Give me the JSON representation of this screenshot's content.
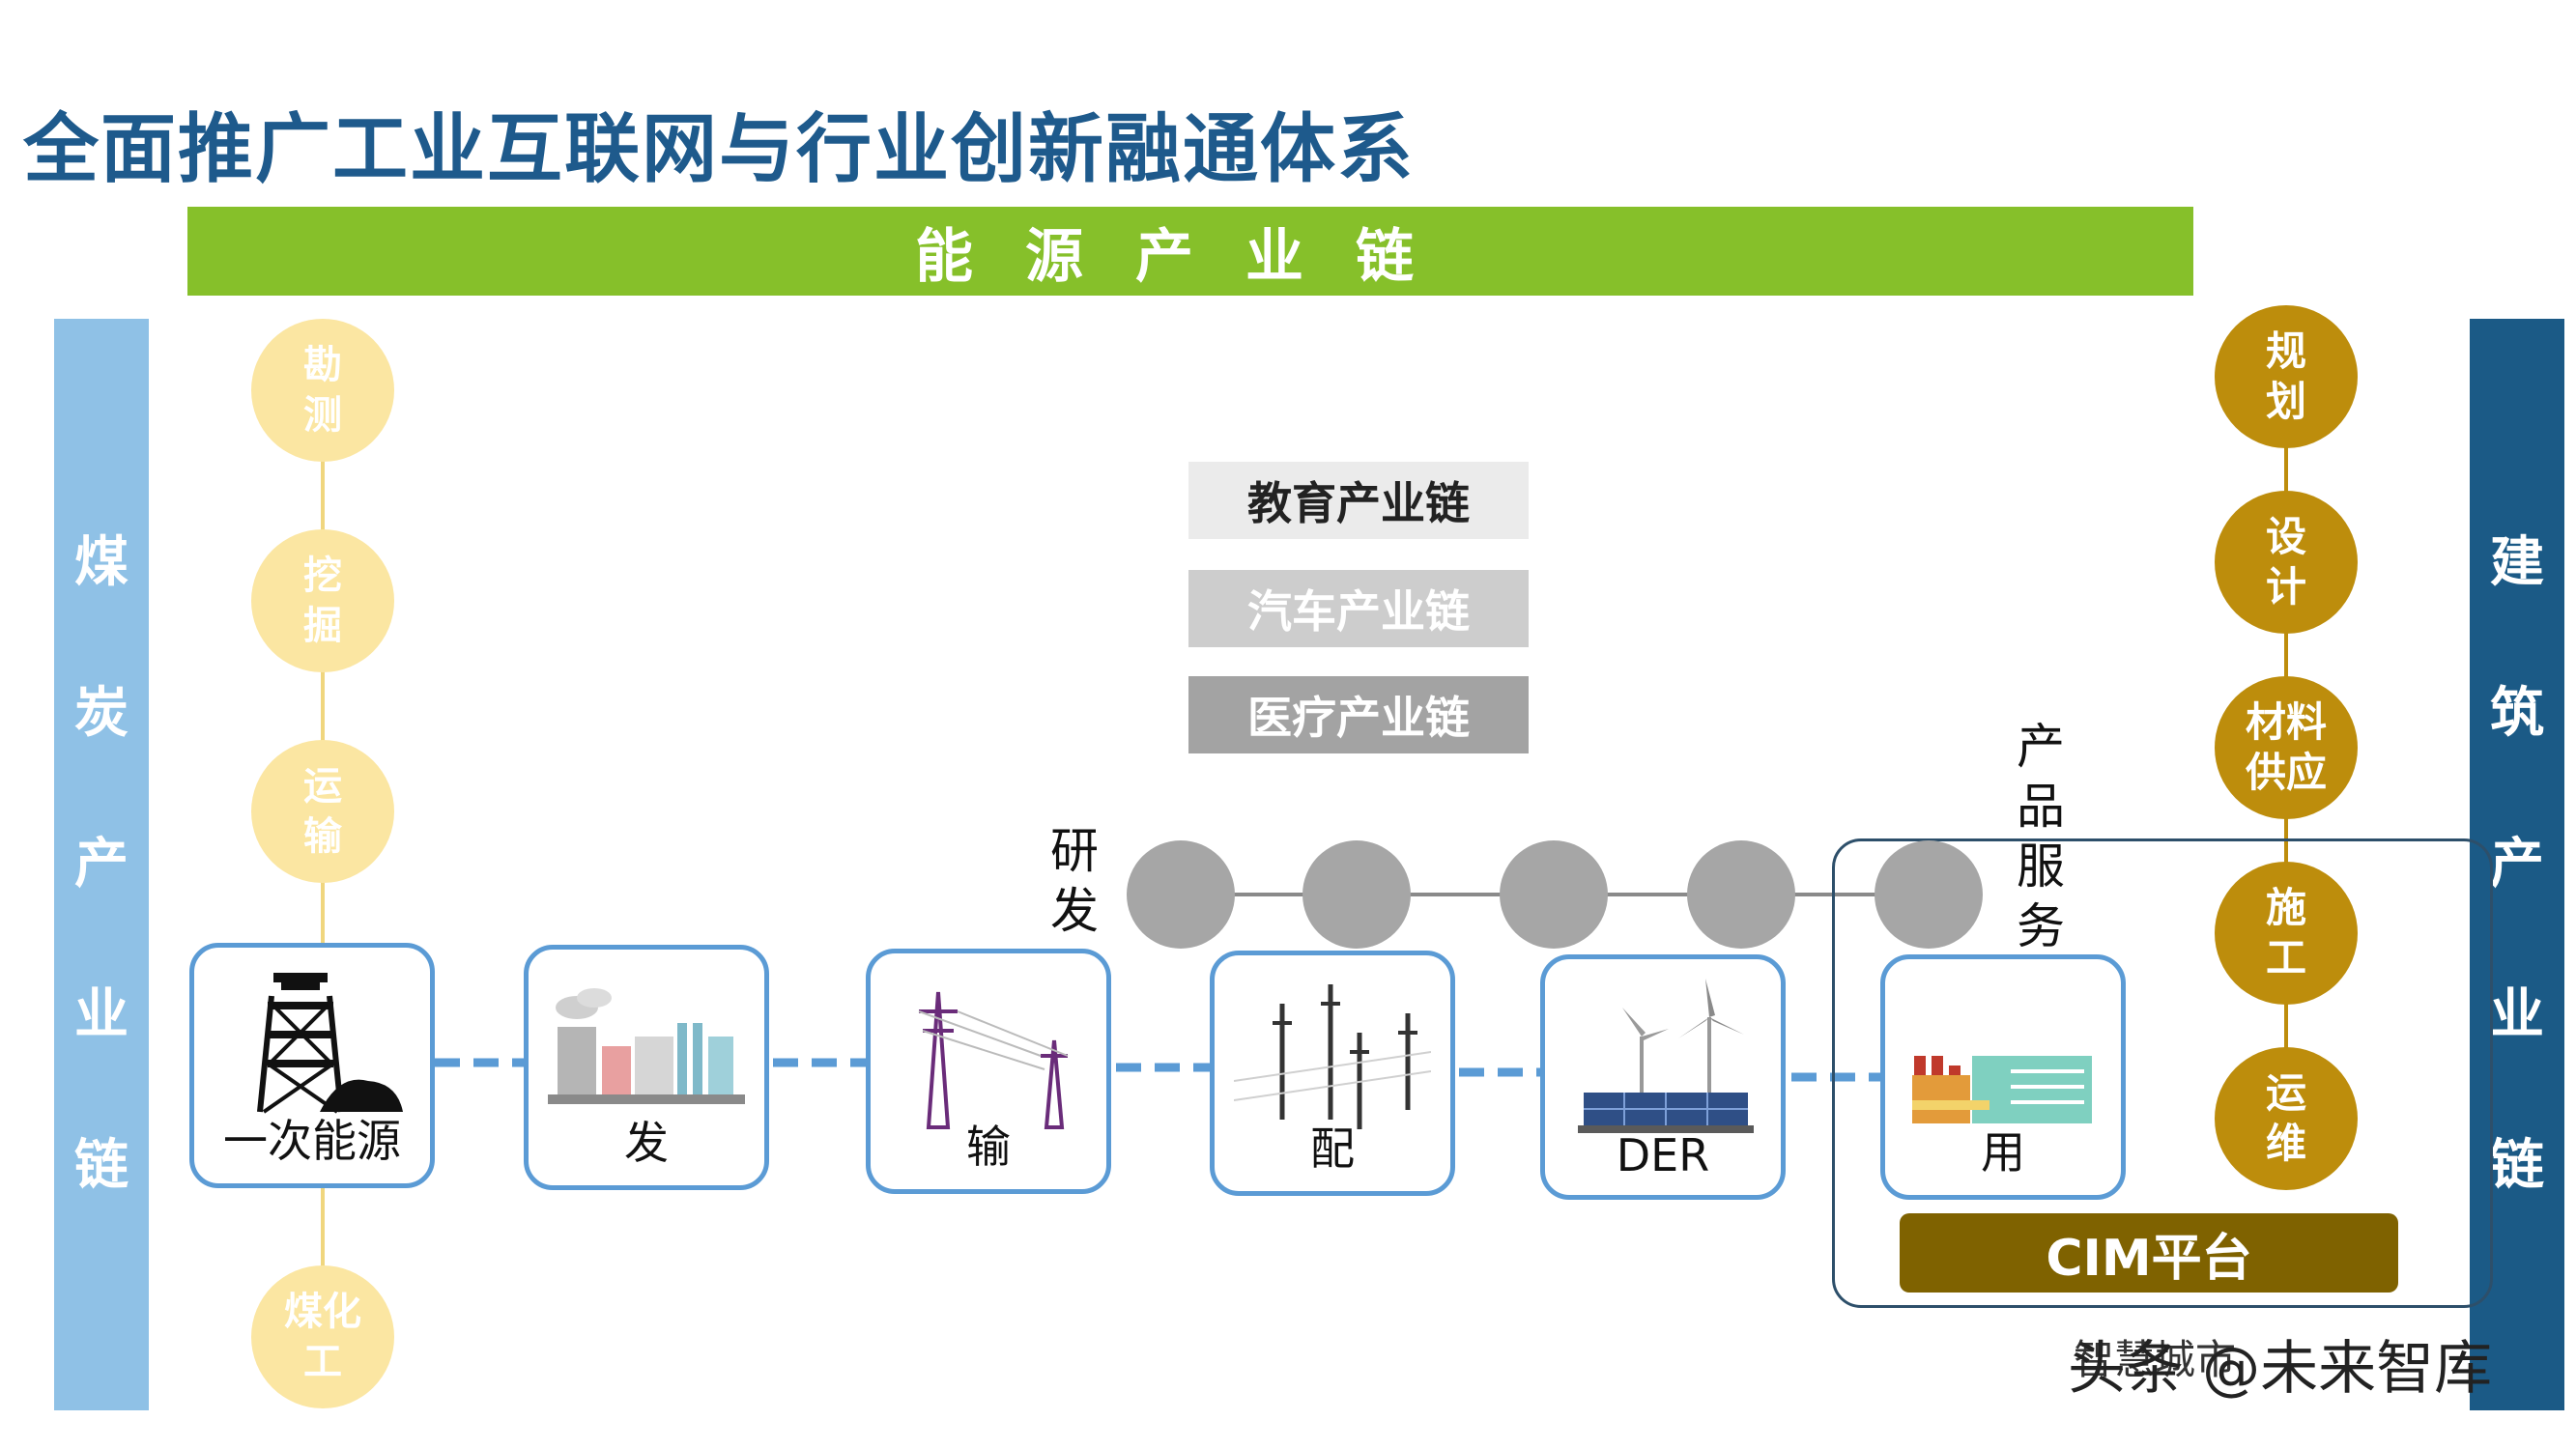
{
  "title": "全面推广工业互联网与行业创新融通体系",
  "energy_chain": "能源产业链",
  "coal_chain": [
    "煤",
    "炭",
    "产",
    "业",
    "链"
  ],
  "building_chain": [
    "建",
    "筑",
    "产",
    "业",
    "链"
  ],
  "coal_steps": [
    "勘测",
    "挖掘",
    "运输",
    "煤化工"
  ],
  "building_steps": [
    "规划",
    "设计",
    "材料供应",
    "施工",
    "运维"
  ],
  "other_chains": [
    "教育产业链",
    "汽车产业链",
    "医疗产业链"
  ],
  "nodes": [
    "一次能源",
    "发",
    "输",
    "配",
    "DER",
    "用"
  ],
  "rd_label": "研发",
  "service_label": "产品服务",
  "cim_label": "CIM平台",
  "smart_city_label": "智慧城市",
  "watermark": "头条 @未来智库",
  "colors": {
    "title": "#1e5a8c",
    "energy_bar": "#86c02a",
    "coal_bar": "#8fc1e6",
    "building_bar": "#1b5a86",
    "coal_circle": "#fbe6a2",
    "building_circle": "#bd8d0c",
    "node_border": "#5b9bd5",
    "cim": "#7f6200"
  }
}
